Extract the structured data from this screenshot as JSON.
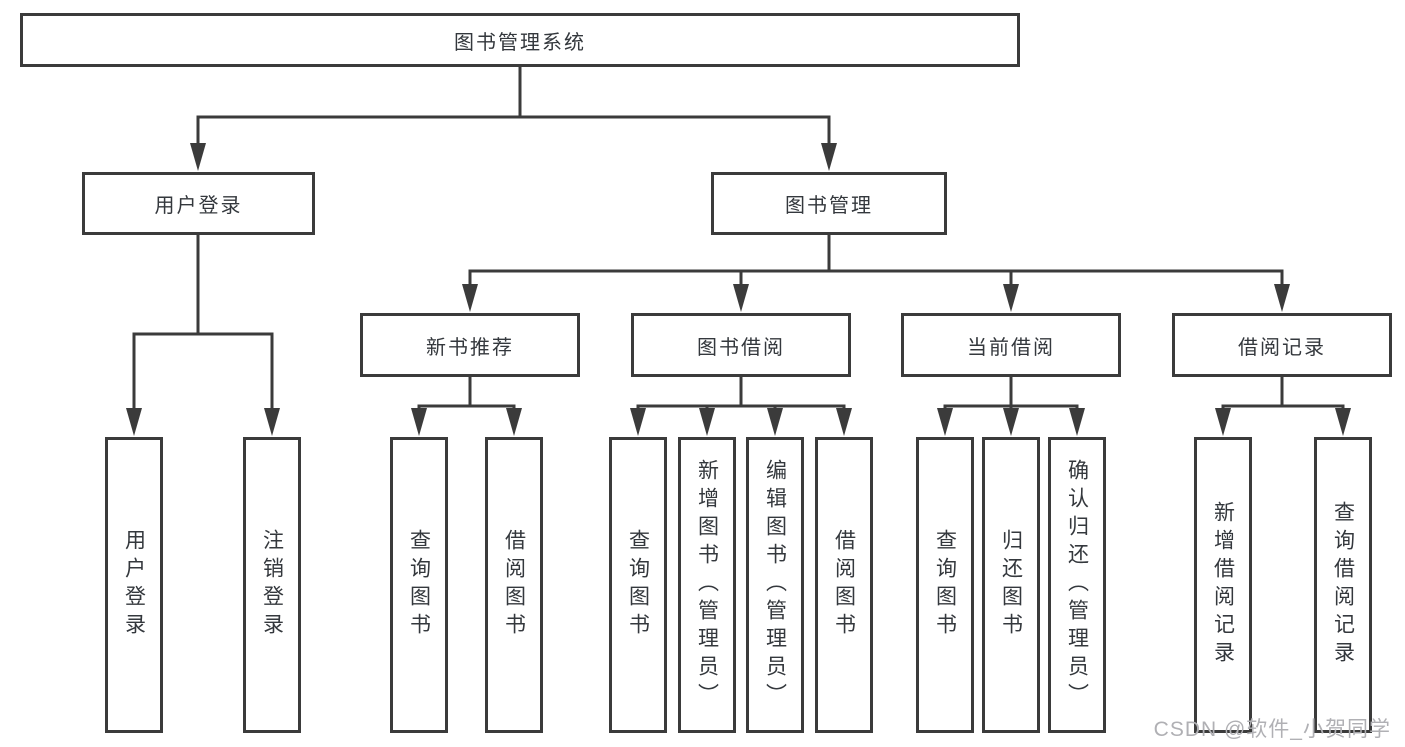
{
  "tree": {
    "root": {
      "label": "图书管理系统",
      "children": [
        {
          "label": "用户登录",
          "children": [
            {
              "label": "用户登录"
            },
            {
              "label": "注销登录"
            }
          ]
        },
        {
          "label": "图书管理",
          "children": [
            {
              "label": "新书推荐",
              "children": [
                {
                  "label": "查询图书"
                },
                {
                  "label": "借阅图书"
                }
              ]
            },
            {
              "label": "图书借阅",
              "children": [
                {
                  "label": "查询图书"
                },
                {
                  "label": "新增图书（管理员）"
                },
                {
                  "label": "编辑图书（管理员）"
                },
                {
                  "label": "借阅图书"
                }
              ]
            },
            {
              "label": "当前借阅",
              "children": [
                {
                  "label": "查询图书"
                },
                {
                  "label": "归还图书"
                },
                {
                  "label": "确认归还（管理员）"
                }
              ]
            },
            {
              "label": "借阅记录",
              "children": [
                {
                  "label": "新增借阅记录"
                },
                {
                  "label": "查询借阅记录"
                }
              ]
            }
          ]
        }
      ]
    }
  },
  "watermark": {
    "text": "CSDN @软件_小贺同学"
  },
  "colors": {
    "line": "#3b3b3b",
    "text": "#34383d",
    "watermark": "#b0b0b4"
  }
}
